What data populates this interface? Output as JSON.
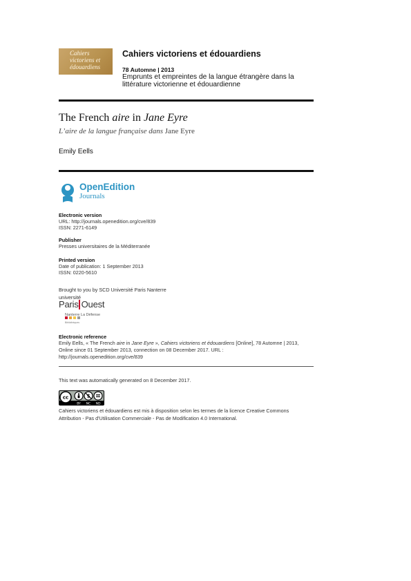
{
  "header": {
    "logo_lines": [
      "Cahiers",
      "victoriens et",
      "édouardiens"
    ],
    "journal_title": "Cahiers victoriens et édouardiens",
    "issue": "78 Automne | 2013",
    "issue_title": "Emprunts et empreintes de la langue étrangère dans la littérature victorienne et édouardienne"
  },
  "article": {
    "title_part1": "The French ",
    "title_italic1": "aire",
    "title_part2": " in ",
    "title_italic2": "Jane Eyre",
    "subtitle_italic": "L’aire de la langue française dans ",
    "subtitle_roman": "Jane Eyre",
    "author": "Emily Eells"
  },
  "openedition": {
    "name": "OpenEdition",
    "sub": "Journals"
  },
  "electronic": {
    "label": "Electronic version",
    "url": "URL: http://journals.openedition.org/cve/839",
    "issn": "ISSN: 2271-6149"
  },
  "publisher": {
    "label": "Publisher",
    "value": "Presses universitaires de la Méditerranée"
  },
  "printed": {
    "label": "Printed version",
    "date": "Date of publication: 1 September 2013",
    "issn": "ISSN: 0220-5610"
  },
  "brought_by": "Brought to you by SCD Université Paris Nanterre",
  "paris_ouest": {
    "univ": "université",
    "paris": "Paris",
    "ouest": "Ouest",
    "sub": "Nanterre La Défense",
    "sub2": "Bibliothèques",
    "dot_colors": [
      "#c8102e",
      "#e8a33d",
      "#f2c94c",
      "#9b9b9b"
    ]
  },
  "reference": {
    "label": "Electronic reference",
    "text_a": "Emily Eells, « The French ",
    "text_b": "aire",
    "text_c": " in ",
    "text_d": "Jane Eyre",
    "text_e": " », ",
    "text_f": "Cahiers victoriens et édouardiens",
    "text_g": " [Online], 78 Automne | 2013, Online since 01 September 2013, connection on 08 December 2017. URL : http://journals.openedition.org/cve/839"
  },
  "generated": "This text was automatically generated on 8 December 2017.",
  "license": {
    "cc_labels": [
      "BY",
      "NC",
      "ND"
    ],
    "text": "Cahiers victoriens et édouardiens est mis à disposition selon les termes de la licence Creative Commons Attribution - Pas d'Utilisation Commerciale - Pas de Modification 4.0 International."
  }
}
